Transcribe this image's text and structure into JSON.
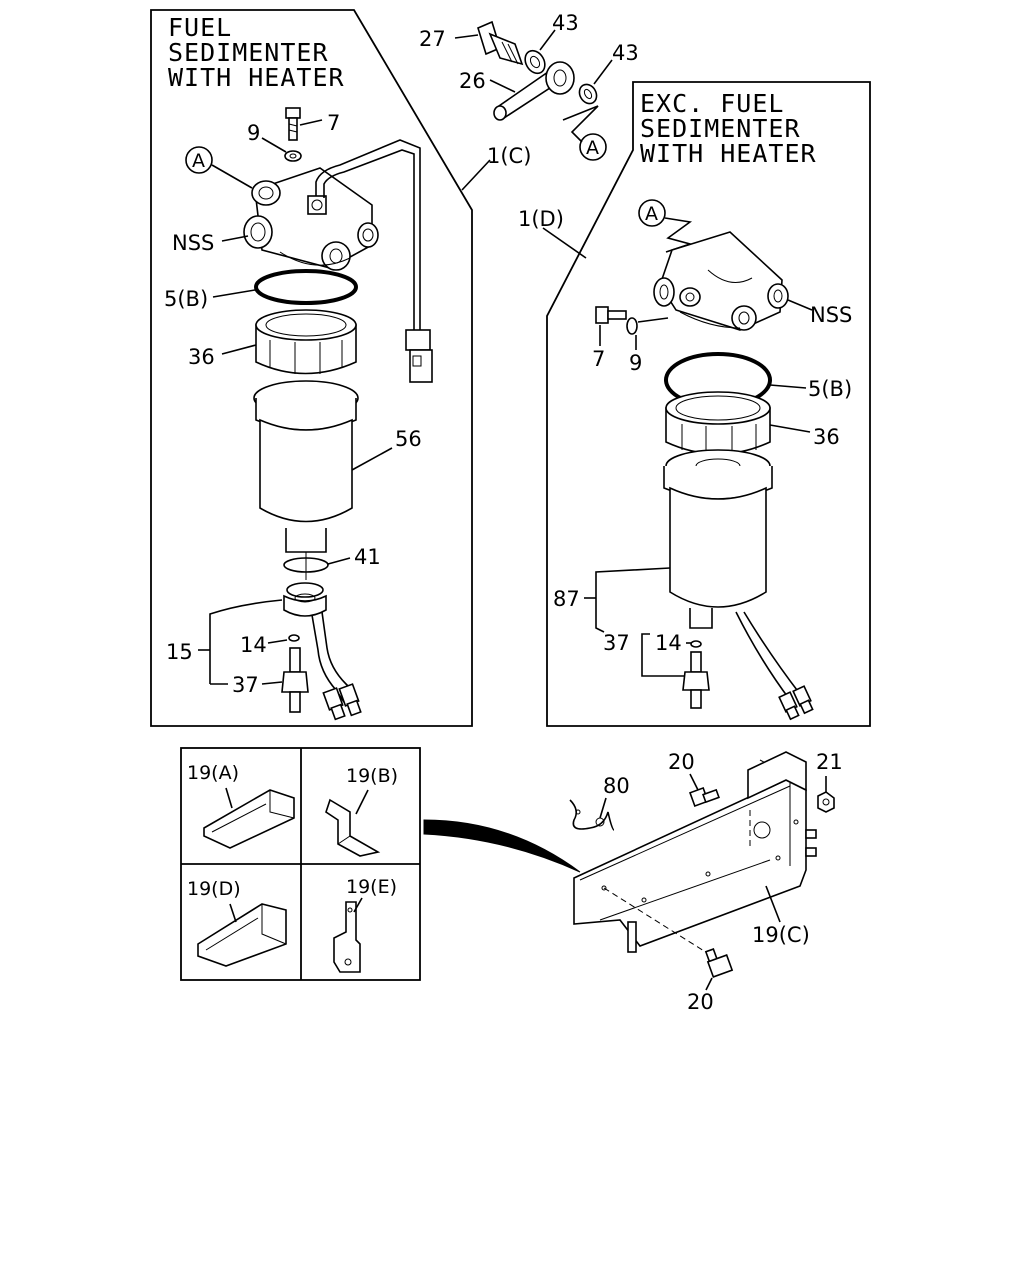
{
  "panels": {
    "left_title": [
      "FUEL",
      "SEDIMENTER",
      "WITH HEATER"
    ],
    "right_title": [
      "EXC. FUEL",
      "SEDIMENTER",
      "WITH HEATER"
    ]
  },
  "callouts": {
    "p27": "27",
    "p43a": "43",
    "p43b": "43",
    "p26": "26",
    "ref_a_top": "A",
    "left_7": "7",
    "left_9": "9",
    "left_ref_a": "A",
    "left_1c": "1(C)",
    "left_nss": "NSS",
    "left_5b": "5(B)",
    "left_36": "36",
    "left_56": "56",
    "left_41": "41",
    "left_15": "15",
    "left_14": "14",
    "left_37": "37",
    "right_1d": "1(D)",
    "right_ref_a": "A",
    "right_nss": "NSS",
    "right_7": "7",
    "right_9": "9",
    "right_5b": "5(B)",
    "right_36": "36",
    "right_87": "87",
    "right_37": "37",
    "right_14": "14",
    "b_19a": "19(A)",
    "b_19b": "19(B)",
    "b_19d": "19(D)",
    "b_19e": "19(E)",
    "b_20_top": "20",
    "b_21": "21",
    "b_80": "80",
    "b_19c": "19(C)",
    "b_20_bottom": "20"
  }
}
